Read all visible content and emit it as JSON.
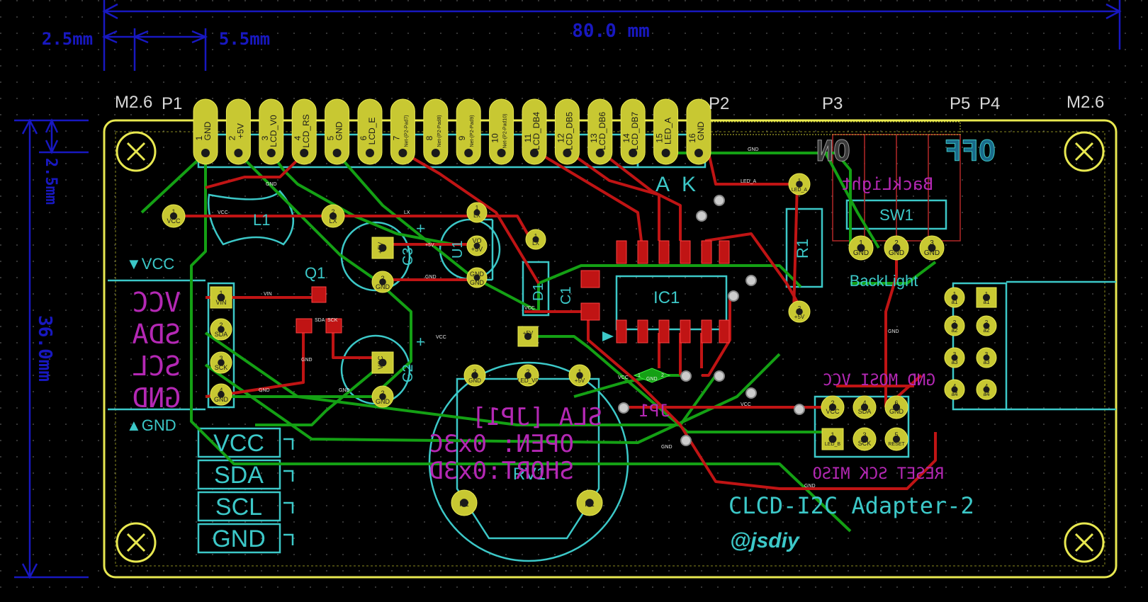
{
  "dimensions": {
    "width_total": "80.0 mm",
    "left_offset": "2.5mm",
    "pitch": "5.5mm",
    "height_total": "36.0mm",
    "top_offset": "2.5mm"
  },
  "holes": {
    "left_label": "M2.6",
    "right_label": "M2.6"
  },
  "connectors": {
    "p1": "P1",
    "p2": "P2",
    "p3": "P3",
    "p4": "P4",
    "p5": "P5",
    "lcd_pins": [
      {
        "num": "1",
        "net": "GND"
      },
      {
        "num": "2",
        "net": "+5V"
      },
      {
        "num": "3",
        "net": "LCD_V0"
      },
      {
        "num": "4",
        "net": "LCD_RS"
      },
      {
        "num": "5",
        "net": "GND"
      },
      {
        "num": "6",
        "net": "LCD_E"
      },
      {
        "num": "7",
        "net": "Net-(P2-Pad7)"
      },
      {
        "num": "8",
        "net": "Net-(P2-Pad8)"
      },
      {
        "num": "9",
        "net": "Net-(P2-Pad9)"
      },
      {
        "num": "10",
        "net": "Net-(P2-Pad10)"
      },
      {
        "num": "11",
        "net": "LCD_DB4"
      },
      {
        "num": "12",
        "net": "LCD_DB5"
      },
      {
        "num": "13",
        "net": "LCD_DB6"
      },
      {
        "num": "14",
        "net": "LCD_DB7"
      },
      {
        "num": "15",
        "net": "LED_A"
      },
      {
        "num": "16",
        "net": "GND"
      }
    ],
    "a_label": "A",
    "k_label": "K",
    "p4_pins": [
      {
        "num": "1",
        "net": "a1"
      },
      {
        "num": "2",
        "net": "a2"
      },
      {
        "num": "3",
        "net": "a3"
      },
      {
        "num": "4",
        "net": "a4"
      }
    ]
  },
  "switch": {
    "on": "ON",
    "off": "OFF",
    "mirror_label": "BackLight",
    "ref": "SW1",
    "label": "BackLight",
    "pins": [
      {
        "num": "1",
        "net": "GND"
      },
      {
        "num": "2",
        "net": "GND"
      },
      {
        "num": "3",
        "net": "GND"
      }
    ]
  },
  "left_header": {
    "vcc_marker": "▼VCC",
    "gnd_marker": "▲GND",
    "mirror_labels": [
      "VCC",
      "SDA",
      "SCL",
      "GND"
    ],
    "pins": [
      {
        "num": "1",
        "net": "VIN"
      },
      {
        "num": "2",
        "net": "SDA"
      },
      {
        "num": "3",
        "net": "SCK"
      },
      {
        "num": "4",
        "net": "GND"
      }
    ],
    "box_labels": [
      "VCC",
      "SDA",
      "SCL",
      "GND"
    ]
  },
  "parts": {
    "l1": "L1",
    "q1": "Q1",
    "c3": "C3",
    "c2": "C2",
    "c1": "C1",
    "u1": "U1",
    "d1": "D1",
    "ic1": "IC1",
    "r1": "R1",
    "rv1": "RV1",
    "jp1": "JP1",
    "vcc_pad": {
      "num": "1",
      "net": "VCC"
    },
    "l1_pad2": {
      "num": "2",
      "net": "LX"
    },
    "u1_pins": [
      {
        "num": "1",
        "net": "LX"
      },
      {
        "num": "2",
        "net": "VO"
      },
      {
        "num": "3",
        "net": "+5V"
      },
      {
        "num": "4",
        "net": "GND"
      },
      {
        "num": "5",
        "net": "GND"
      }
    ],
    "c3_pins": [
      {
        "num": "1",
        "net": "+5V"
      },
      {
        "num": "2",
        "net": "GND"
      }
    ],
    "c2_pins": [
      {
        "num": "1",
        "net": "VCC"
      },
      {
        "num": "2",
        "net": "GND"
      }
    ],
    "d1_pins": [
      {
        "num": "1",
        "net": "LX"
      },
      {
        "num": "2",
        "net": "+5V"
      }
    ],
    "r1_pins": [
      {
        "num": "1",
        "net": "LED_A"
      },
      {
        "num": "2",
        "net": "+5V"
      }
    ],
    "rv1_pins": [
      {
        "num": "3",
        "net": "GND"
      },
      {
        "num": "2",
        "net": "LED_V0"
      },
      {
        "num": "1",
        "net": "+5V"
      }
    ],
    "rv1_p1": "P1",
    "rv1_p2": "P2",
    "plus": "+"
  },
  "isp": {
    "top_mirror": "GND MOSI VCC",
    "bottom_mirror": "RESET SCK MISO",
    "pins": [
      {
        "num": "2",
        "net": "VCC"
      },
      {
        "num": "4",
        "net": "SDA"
      },
      {
        "num": "6",
        "net": "GND"
      },
      {
        "num": "1",
        "net": "LED_B"
      },
      {
        "num": "3",
        "net": "SCK"
      },
      {
        "num": "5",
        "net": "RESET"
      }
    ]
  },
  "address_note": {
    "line1": "SLA [JP1]",
    "line2": "OPEN: 0x3C",
    "line3": "SHORT:0x3D"
  },
  "silkscreen": {
    "title": "CLCD-I2C Adapter-2",
    "author": "@jsdiy"
  },
  "net_labels": {
    "gnd": "GND",
    "vcc": "VCC",
    "lx": "LX",
    "plus5v": "+5V",
    "led_a": "LED_A",
    "vin": "VIN",
    "sda": "SDA",
    "sck": "SCK",
    "jp1_1": "1",
    "jp1_gnd": "GND",
    "jp1_2": "2"
  },
  "colors": {
    "board_bg": "#000000",
    "edge": "#e8e850",
    "dim": "#1414c8",
    "copper_front": "#c81414",
    "copper_back": "#14a014",
    "pad": "#c8c832",
    "silk": "#3cc8c8",
    "fab": "#b428b4"
  }
}
